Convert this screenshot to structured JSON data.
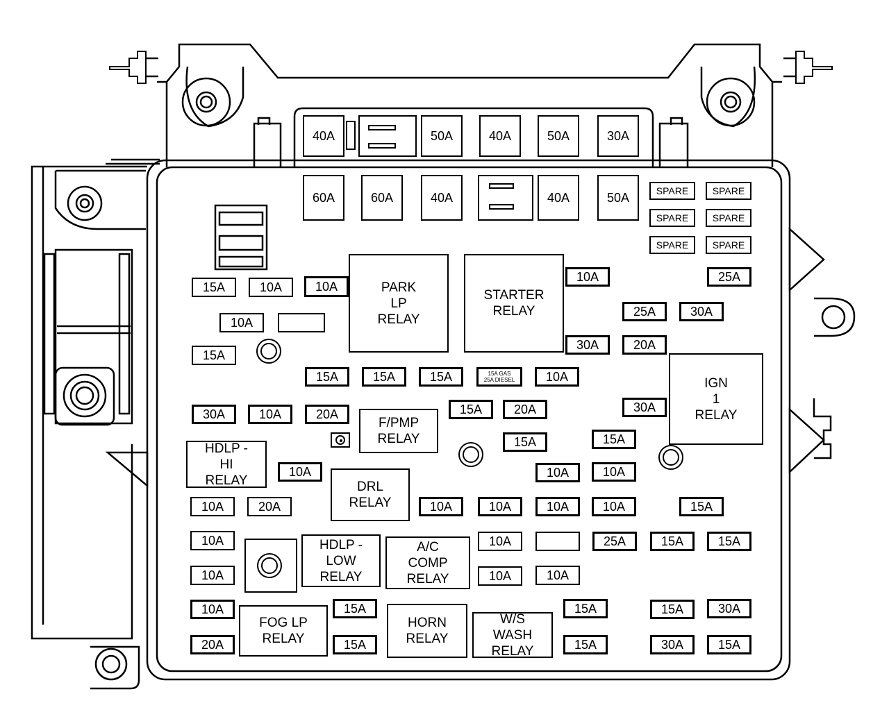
{
  "maxi_fuses": {
    "top_row": [
      "40A",
      "50A",
      "40A",
      "50A",
      "30A"
    ],
    "second_row": [
      "60A",
      "60A",
      "40A",
      "40A",
      "50A"
    ]
  },
  "spare_slots": [
    "SPARE",
    "SPARE",
    "SPARE",
    "SPARE",
    "SPARE",
    "SPARE"
  ],
  "relays": {
    "park_lp": "PARK\nLP\nRELAY",
    "starter": "STARTER\nRELAY",
    "ign1": "IGN\n1\nRELAY",
    "fpmp": "F/PMP\nRELAY",
    "hdlp_hi": "HDLP -\nHI\nRELAY",
    "drl": "DRL\nRELAY",
    "hdlp_low": "HDLP -\nLOW\nRELAY",
    "ac_comp": "A/C\nCOMP\nRELAY",
    "fog_lp": "FOG LP\nRELAY",
    "horn": "HORN\nRELAY",
    "ws_wash": "W/S\nWASH\nRELAY"
  },
  "gas_diesel_fuse": {
    "line1": "15A GAS",
    "line2": "25A DIESEL"
  },
  "fuses": {
    "r1": [
      "15A",
      "10A",
      "10A",
      "10A",
      "25A"
    ],
    "r2": [
      "10A",
      "25A",
      "30A"
    ],
    "r3": [
      "15A",
      "30A",
      "20A"
    ],
    "r4": [
      "15A",
      "15A",
      "15A",
      "10A"
    ],
    "r5": [
      "30A",
      "10A",
      "20A",
      "15A",
      "20A",
      "30A"
    ],
    "r6": [
      "15A",
      "15A"
    ],
    "r7": [
      "10A",
      "10A",
      "10A"
    ],
    "r8": [
      "10A",
      "20A",
      "10A",
      "10A",
      "10A",
      "10A",
      "15A"
    ],
    "r9": [
      "10A",
      "10A",
      "25A",
      "15A",
      "15A"
    ],
    "r10": [
      "10A",
      "10A",
      "10A"
    ],
    "r11": [
      "10A",
      "15A",
      "15A",
      "15A",
      "30A"
    ],
    "r12": [
      "20A",
      "15A",
      "15A",
      "30A",
      "15A"
    ]
  }
}
